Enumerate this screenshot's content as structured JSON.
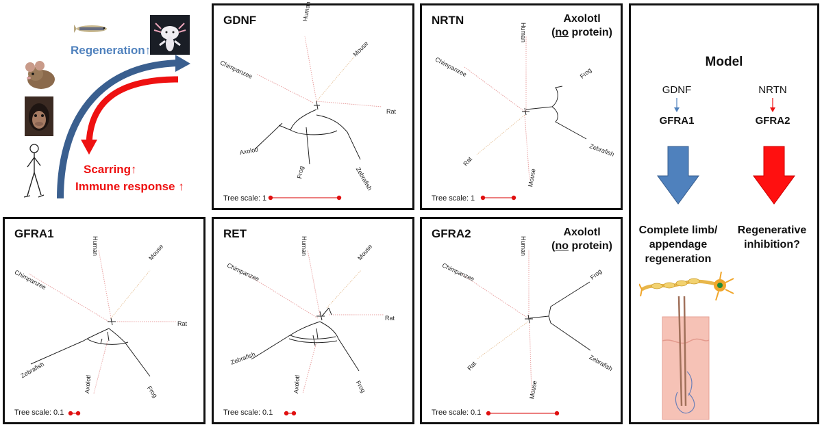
{
  "left_figure": {
    "regeneration_label": "Regeneration↑",
    "scarring_label": "Scarring↑",
    "immune_label": "Immune response ↑",
    "colors": {
      "blue": "#3a5f8f",
      "red": "#ee1111",
      "blue_text": "#4f81bd"
    }
  },
  "axolotl_note_line1": "Axolotl",
  "axolotl_note_no": "no",
  "axolotl_note_rest": " protein)",
  "panels": [
    {
      "title": "GDNF",
      "scale_label": "Tree scale: 1",
      "show_axolotl_note": false
    },
    {
      "title": "NRTN",
      "scale_label": "Tree scale: 1",
      "show_axolotl_note": true
    },
    {
      "title": "GFRA1",
      "scale_label": "Tree scale: 0.1",
      "show_axolotl_note": false
    },
    {
      "title": "RET",
      "scale_label": "Tree scale: 0.1",
      "show_axolotl_note": false
    },
    {
      "title": "GFRA2",
      "scale_label": "Tree scale: 0.1",
      "show_axolotl_note": true
    }
  ],
  "species": [
    "Human",
    "Mouse",
    "Rat",
    "Chimpanzee",
    "Axolotl",
    "Frog",
    "Zebrafish"
  ],
  "model": {
    "title": "Model",
    "left_ligand": "GDNF",
    "left_receptor": "GFRA1",
    "right_ligand": "NRTN",
    "right_receptor": "GFRA2",
    "left_outcome_l1": "Complete limb/",
    "left_outcome_l2": "appendage",
    "left_outcome_l3": "regeneration",
    "right_outcome_l1": "Regenerative",
    "right_outcome_l2": "inhibition?"
  }
}
